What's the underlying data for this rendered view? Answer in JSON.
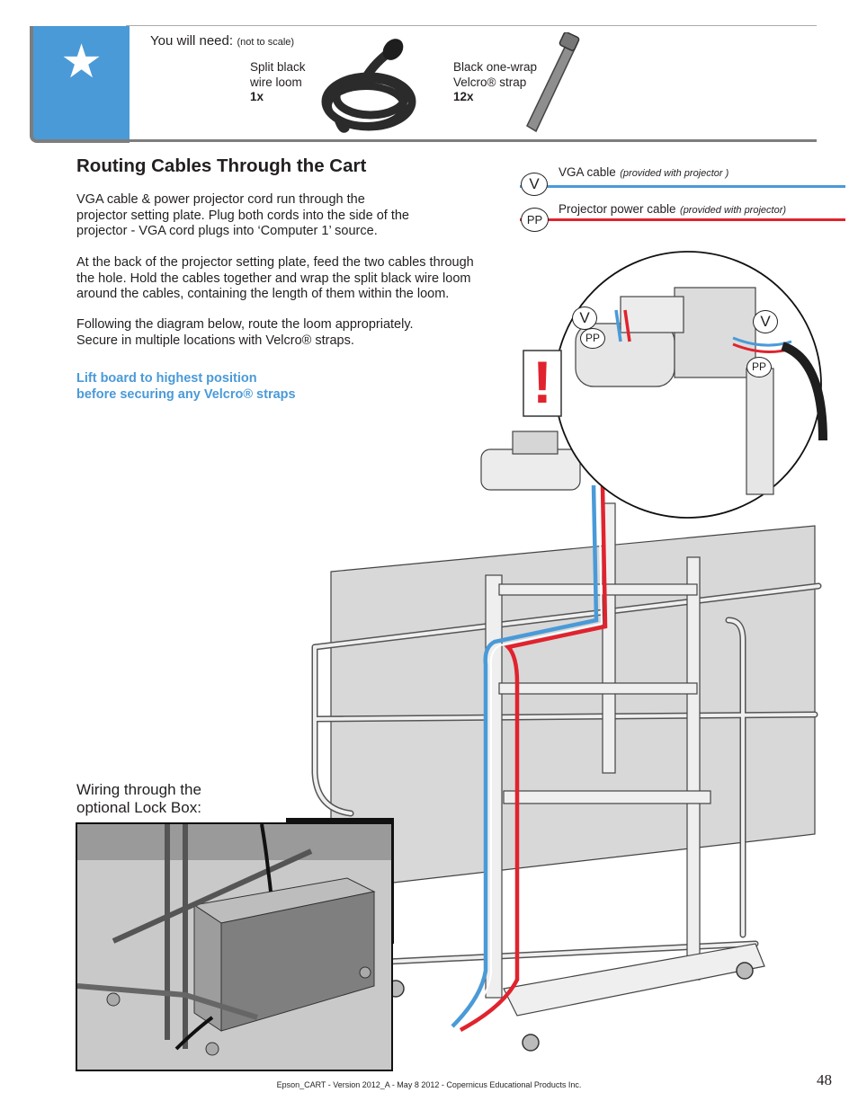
{
  "header": {
    "you_will_need": "You will need:",
    "not_to_scale": "(not to scale)",
    "items": [
      {
        "name_line1": "Split black",
        "name_line2": "wire loom",
        "qty": "1x"
      },
      {
        "name_line1": "Black one-wrap",
        "name_line2": "Velcro® strap",
        "qty": "12x"
      }
    ]
  },
  "legend": {
    "vga_code": "V",
    "vga_label": "VGA cable",
    "vga_note": "(provided with projector )",
    "power_code": "PP",
    "power_label": "Projector power cable",
    "power_note": "(provided with projector)",
    "vga_color": "#4a9ad8",
    "power_color": "#e0232e"
  },
  "main": {
    "title": "Routing Cables Through the Cart",
    "para1": [
      "VGA cable & power projector cord run through the",
      "projector setting plate. Plug both cords into the side of the",
      "projector - VGA cord plugs into ‘Computer 1’ source."
    ],
    "para2": [
      "At the back of the projector setting plate, feed the two cables through",
      "the hole. Hold the cables together and wrap the split black wire loom",
      "around the cables, containing the length of them within the loom."
    ],
    "para3": [
      "Following the diagram below, route the loom appropriately.",
      "Secure in multiple locations with Velcro® straps."
    ],
    "warning": [
      "Lift board to highest position",
      "before securing any Velcro® straps"
    ]
  },
  "detail_callout": {
    "alert_symbol": "!",
    "v_left": "V",
    "pp_left": "PP",
    "v_right": "V",
    "pp_right": "PP"
  },
  "lockbox": {
    "caption_line1": "Wiring through the",
    "caption_line2": "optional Lock Box:"
  },
  "footer": {
    "text": "Epson_CART - Version 2012_A - May 8 2012 - Copernicus Educational Products Inc.",
    "page_number": "48"
  }
}
